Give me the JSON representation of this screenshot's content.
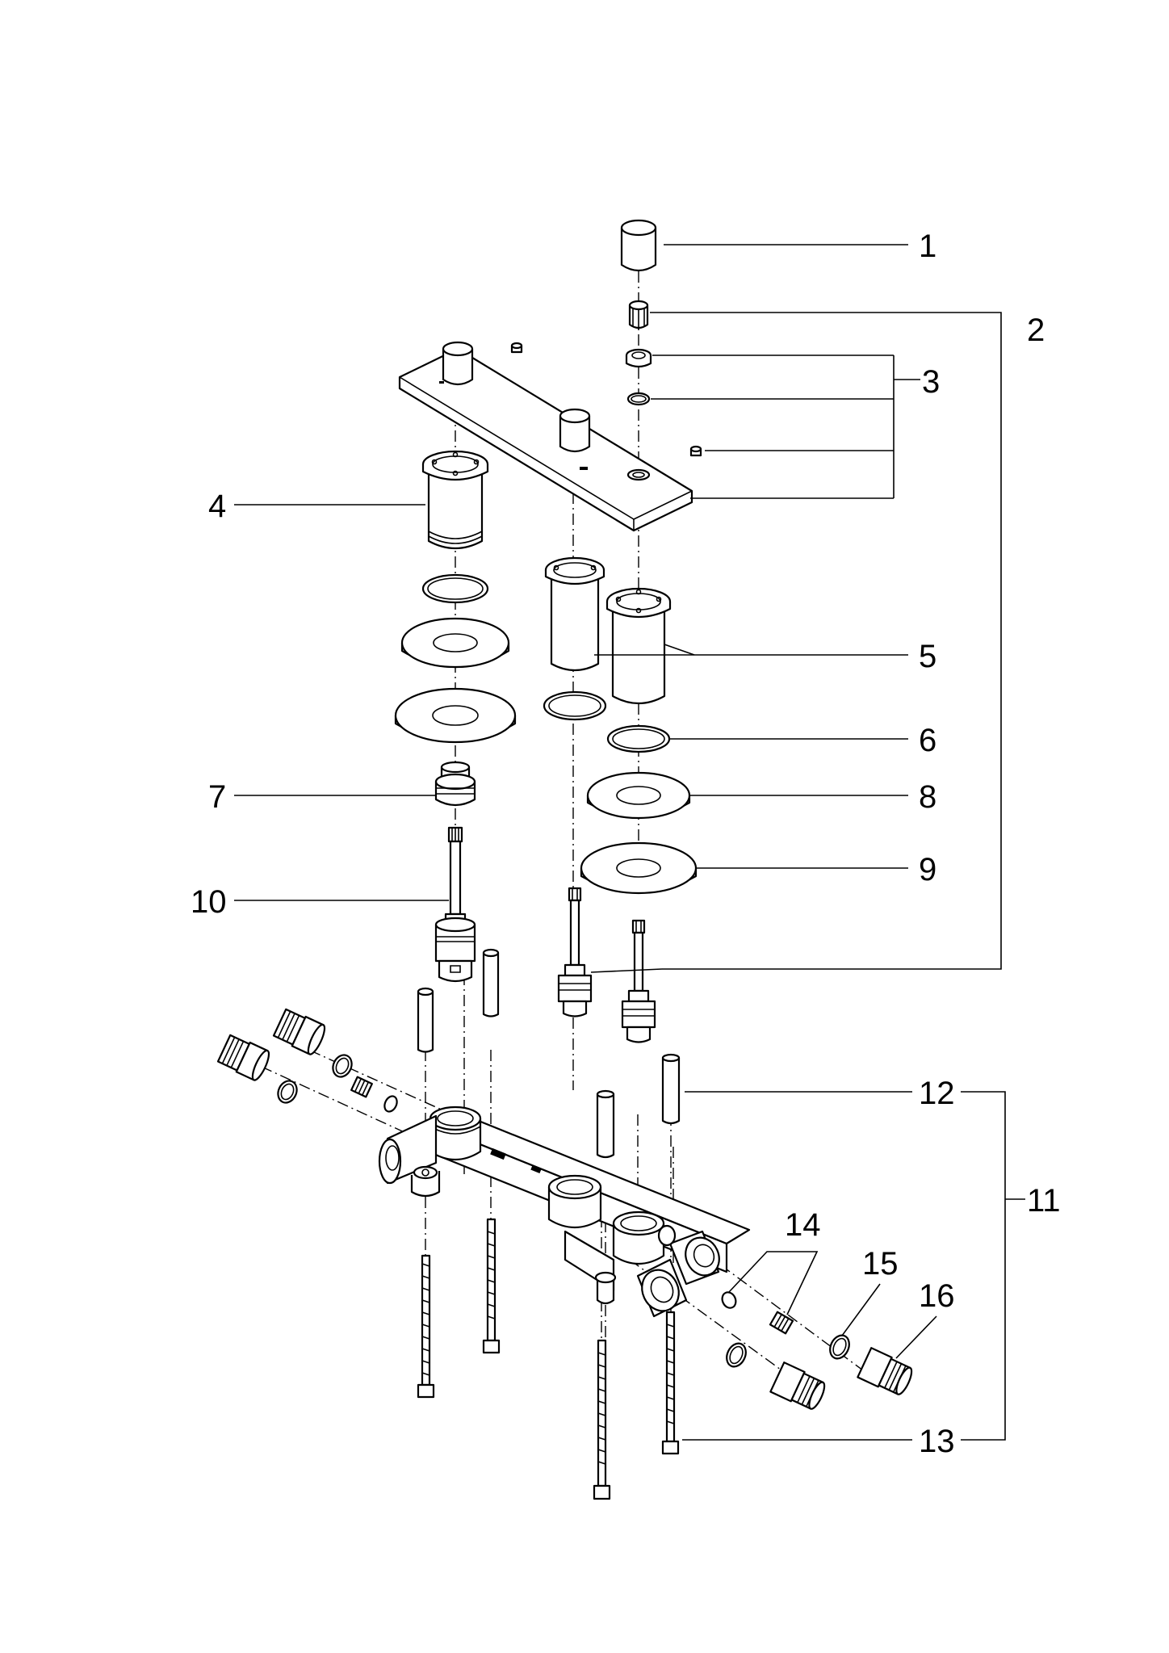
{
  "diagram": {
    "callouts": [
      {
        "id": "1",
        "label": "1"
      },
      {
        "id": "2",
        "label": "2"
      },
      {
        "id": "3",
        "label": "3"
      },
      {
        "id": "4",
        "label": "4"
      },
      {
        "id": "5",
        "label": "5"
      },
      {
        "id": "6",
        "label": "6"
      },
      {
        "id": "7",
        "label": "7"
      },
      {
        "id": "8",
        "label": "8"
      },
      {
        "id": "9",
        "label": "9"
      },
      {
        "id": "10",
        "label": "10"
      },
      {
        "id": "11",
        "label": "11"
      },
      {
        "id": "12",
        "label": "12"
      },
      {
        "id": "13",
        "label": "13"
      },
      {
        "id": "14",
        "label": "14"
      },
      {
        "id": "15",
        "label": "15"
      },
      {
        "id": "16",
        "label": "16"
      }
    ],
    "line_color": "#000000",
    "background": "#ffffff"
  }
}
